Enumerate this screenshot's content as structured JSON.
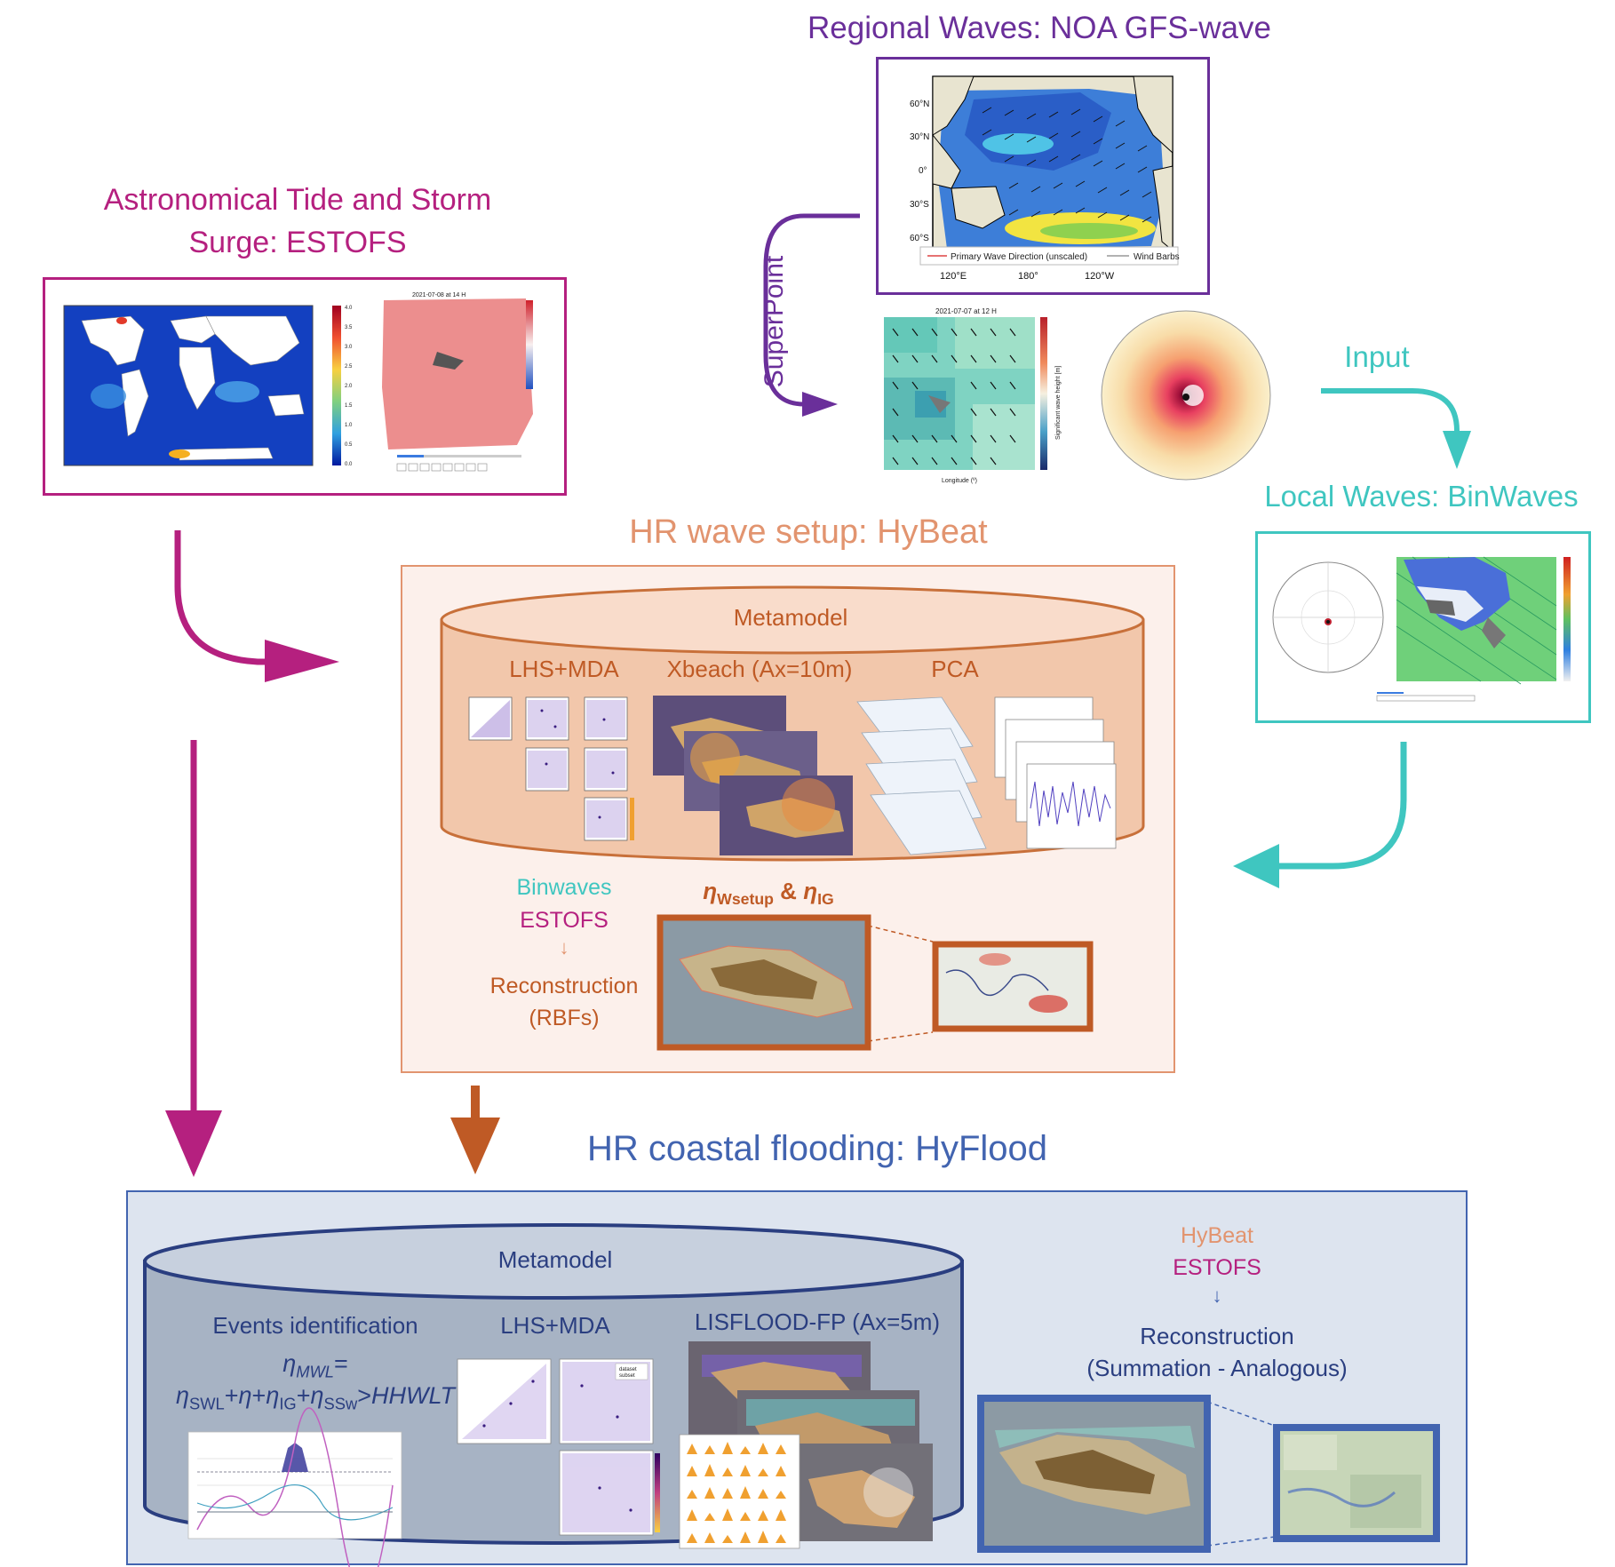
{
  "colors": {
    "estofs": "#b5207f",
    "gfs": "#6a2f9a",
    "binwaves": "#3fc6c0",
    "hybeat": "#e2946f",
    "hybeat_dark": "#bf5a25",
    "hyflood": "#4264b0",
    "hyflood_box_fill": "#dde4ef",
    "metamodel2_fill": "#a7b3c4"
  },
  "regional_waves": {
    "title": "Regional Waves: NOA GFS-wave",
    "lat_labels": [
      "60°N",
      "30°N",
      "0°",
      "30°S",
      "60°S"
    ],
    "lon_labels": [
      "120°E",
      "180°",
      "120°W"
    ],
    "legend_primary": "Primary Wave Direction (unscaled)",
    "legend_wind": "Wind Barbs",
    "superpoint_plot_title": "2021-07-07 at 12 H",
    "superpoint_cbar_label": "Significant wave height [m]",
    "superpoint_xlabel": "Longitude (º)"
  },
  "superpoint": {
    "label": "SuperPoint"
  },
  "estofs": {
    "title_line1": "Astronomical Tide and Storm",
    "title_line2": "Surge: ESTOFS",
    "map2_title": "2021-07-08 at 14 H",
    "cbar_ticks": [
      "4.0",
      "3.5",
      "3.0",
      "2.5",
      "2.0",
      "1.5",
      "1.0",
      "0.5",
      "0.0"
    ]
  },
  "input": {
    "label": "Input"
  },
  "local_waves": {
    "title": "Local Waves: BinWaves"
  },
  "hybeat": {
    "title": "HR wave setup: HyBeat",
    "metamodel_label": "Metamodel",
    "lhs_label": "LHS+MDA",
    "xbeach_label": "Xbeach (Ax=10m)",
    "pca_label": "PCA",
    "binwaves_label": "Binwaves",
    "estofs_label": "ESTOFS",
    "arrow_glyph": "↓",
    "reconstruction_line1": "Reconstruction",
    "reconstruction_line2": "(RBFs)",
    "eta_symbol": "η",
    "wsetup_sub": "Wsetup",
    "amp": " & ",
    "ig_sub": "IG"
  },
  "hyflood": {
    "title": "HR coastal flooding: HyFlood",
    "metamodel_label": "Metamodel",
    "events_label": "Events identification",
    "lhs_label": "LHS+MDA",
    "lisflood_label": "LISFLOOD-FP (Ax=5m)",
    "eq": {
      "eta": "η",
      "mwl_sub": "MWL",
      "eq_sign": "=",
      "swl_sub": "SWL",
      "plus": "+",
      "ig_sub": "IG",
      "ssw_sub": "SSw",
      "gt": ">",
      "hhwlt": "HHWLT"
    },
    "hybeat_label": "HyBeat",
    "estofs_label": "ESTOFS",
    "arrow_glyph": "↓",
    "reconstruction_line1": "Reconstruction",
    "reconstruction_line2": "(Summation - Analogous)",
    "lhs_legend_dataset": "dataset",
    "lhs_legend_subset": "subset"
  }
}
